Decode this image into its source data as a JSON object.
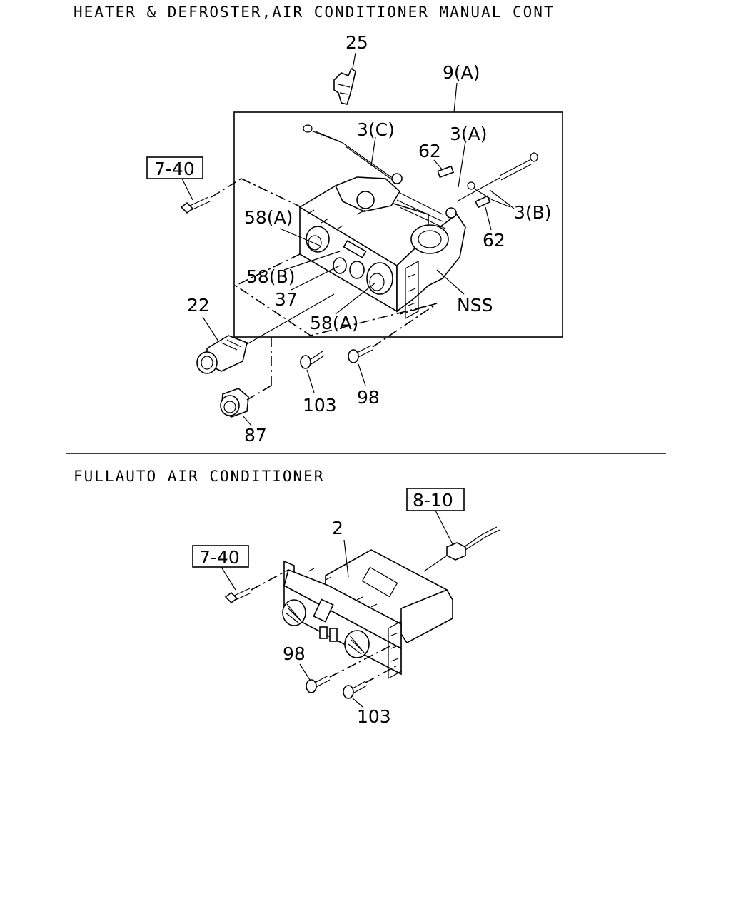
{
  "sections": {
    "manual": {
      "title": "HEATER & DEFROSTER,AIR CONDITIONER MANUAL CONT",
      "refs": {
        "r740": "7-40"
      },
      "labels": {
        "p25": "25",
        "p9a": "9(A)",
        "p3c": "3(C)",
        "p3a": "3(A)",
        "p62a": "62",
        "p3b": "3(B)",
        "p62b": "62",
        "p58a_top": "58(A)",
        "p58b": "58(B)",
        "p37": "37",
        "p22": "22",
        "p58a_bot": "58(A)",
        "pnss": "NSS",
        "p103": "103",
        "p98": "98",
        "p87": "87"
      }
    },
    "fullauto": {
      "title": "FULLAUTO AIR CONDITIONER",
      "refs": {
        "r810": "8-10",
        "r740": "7-40"
      },
      "labels": {
        "p2": "2",
        "p98": "98",
        "p103": "103"
      }
    }
  }
}
